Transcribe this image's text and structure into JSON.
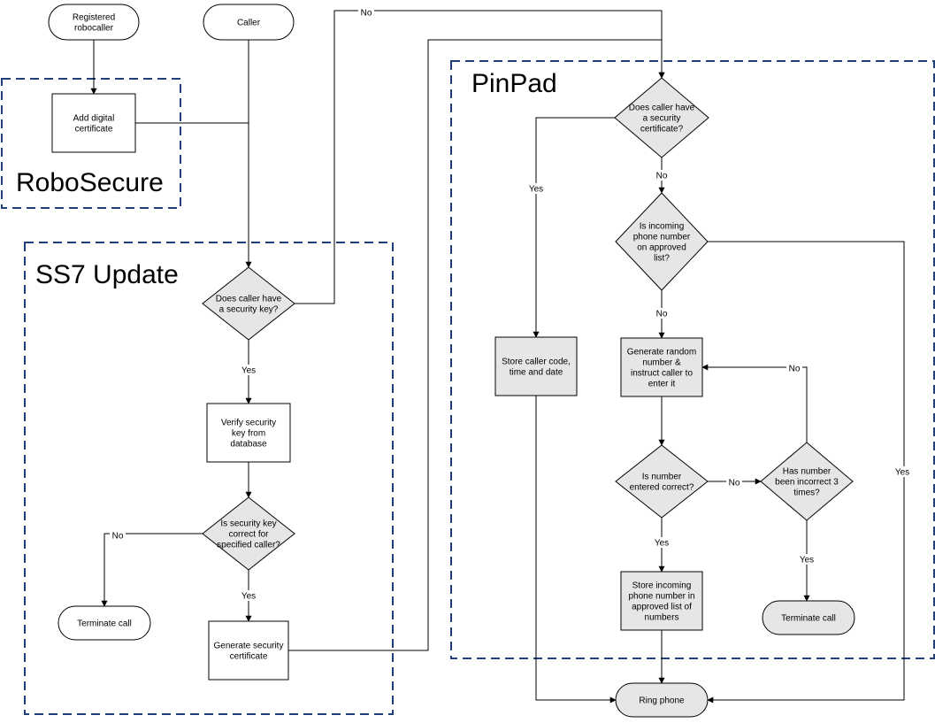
{
  "zones": [
    {
      "id": "robosecure",
      "label": "RoboSecure"
    },
    {
      "id": "ss7",
      "label": "SS7 Update"
    },
    {
      "id": "pinpad",
      "label": "PinPad"
    }
  ],
  "nodes": [
    {
      "id": "registered_robocaller",
      "shape": "terminator",
      "lines": [
        "Registered",
        "robocaller"
      ]
    },
    {
      "id": "caller",
      "shape": "terminator",
      "lines": [
        "Caller"
      ]
    },
    {
      "id": "add_digital_certificate",
      "shape": "process",
      "lines": [
        "Add digital",
        "certificate"
      ]
    },
    {
      "id": "does_caller_have_key",
      "shape": "decision",
      "lines": [
        "Does caller have",
        "a security key?"
      ]
    },
    {
      "id": "verify_security_key",
      "shape": "process",
      "lines": [
        "Verify security",
        "key from",
        "database"
      ]
    },
    {
      "id": "is_key_correct",
      "shape": "decision",
      "lines": [
        "Is security key",
        "correct for",
        "specified caller?"
      ]
    },
    {
      "id": "terminate_call_ss7",
      "shape": "terminator",
      "lines": [
        "Terminate call"
      ]
    },
    {
      "id": "generate_certificate",
      "shape": "process",
      "lines": [
        "Generate security",
        "certificate"
      ]
    },
    {
      "id": "does_caller_have_cert",
      "shape": "decision",
      "lines": [
        "Does caller have",
        "a security",
        "certificate?"
      ]
    },
    {
      "id": "store_caller_code",
      "shape": "process",
      "lines": [
        "Store caller code,",
        "time and date"
      ]
    },
    {
      "id": "is_on_approved_list",
      "shape": "decision",
      "lines": [
        "Is incoming",
        "phone number",
        "on approved",
        "list?"
      ]
    },
    {
      "id": "generate_random_number",
      "shape": "process",
      "lines": [
        "Generate random",
        "number &",
        "instruct caller to",
        "enter it"
      ]
    },
    {
      "id": "is_number_correct",
      "shape": "decision",
      "lines": [
        "Is number",
        "entered correct?"
      ]
    },
    {
      "id": "incorrect_3_times",
      "shape": "decision",
      "lines": [
        "Has number",
        "been incorrect 3",
        "times?"
      ]
    },
    {
      "id": "store_incoming_number",
      "shape": "process",
      "lines": [
        "Store  incoming",
        "phone number in",
        "approved list of",
        "numbers"
      ]
    },
    {
      "id": "terminate_call_pinpad",
      "shape": "terminator",
      "lines": [
        "Terminate call"
      ]
    },
    {
      "id": "ring_phone",
      "shape": "terminator",
      "lines": [
        "Ring phone"
      ]
    }
  ],
  "edges": [
    {
      "from": "registered_robocaller",
      "to": "add_digital_certificate",
      "label": ""
    },
    {
      "from": "add_digital_certificate",
      "to": "does_caller_have_key",
      "label": ""
    },
    {
      "from": "caller",
      "to": "does_caller_have_key",
      "label": ""
    },
    {
      "from": "does_caller_have_key",
      "to": "does_caller_have_cert",
      "label": "No"
    },
    {
      "from": "does_caller_have_key",
      "to": "verify_security_key",
      "label": "Yes"
    },
    {
      "from": "verify_security_key",
      "to": "is_key_correct",
      "label": ""
    },
    {
      "from": "is_key_correct",
      "to": "terminate_call_ss7",
      "label": "No"
    },
    {
      "from": "is_key_correct",
      "to": "generate_certificate",
      "label": "Yes"
    },
    {
      "from": "generate_certificate",
      "to": "does_caller_have_cert",
      "label": ""
    },
    {
      "from": "does_caller_have_cert",
      "to": "store_caller_code",
      "label": "Yes"
    },
    {
      "from": "does_caller_have_cert",
      "to": "is_on_approved_list",
      "label": "No"
    },
    {
      "from": "is_on_approved_list",
      "to": "generate_random_number",
      "label": "No"
    },
    {
      "from": "is_on_approved_list",
      "to": "ring_phone",
      "label": "Yes"
    },
    {
      "from": "generate_random_number",
      "to": "is_number_correct",
      "label": ""
    },
    {
      "from": "is_number_correct",
      "to": "incorrect_3_times",
      "label": "No"
    },
    {
      "from": "is_number_correct",
      "to": "store_incoming_number",
      "label": "Yes"
    },
    {
      "from": "incorrect_3_times",
      "to": "generate_random_number",
      "label": "No"
    },
    {
      "from": "incorrect_3_times",
      "to": "terminate_call_pinpad",
      "label": "Yes"
    },
    {
      "from": "store_incoming_number",
      "to": "ring_phone",
      "label": ""
    },
    {
      "from": "store_caller_code",
      "to": "ring_phone",
      "label": ""
    }
  ],
  "colors": {
    "zone_border": "#1f3f78",
    "node_fill_shaded": "#e6e6e6",
    "node_fill_plain": "#ffffff",
    "line": "#000000"
  }
}
